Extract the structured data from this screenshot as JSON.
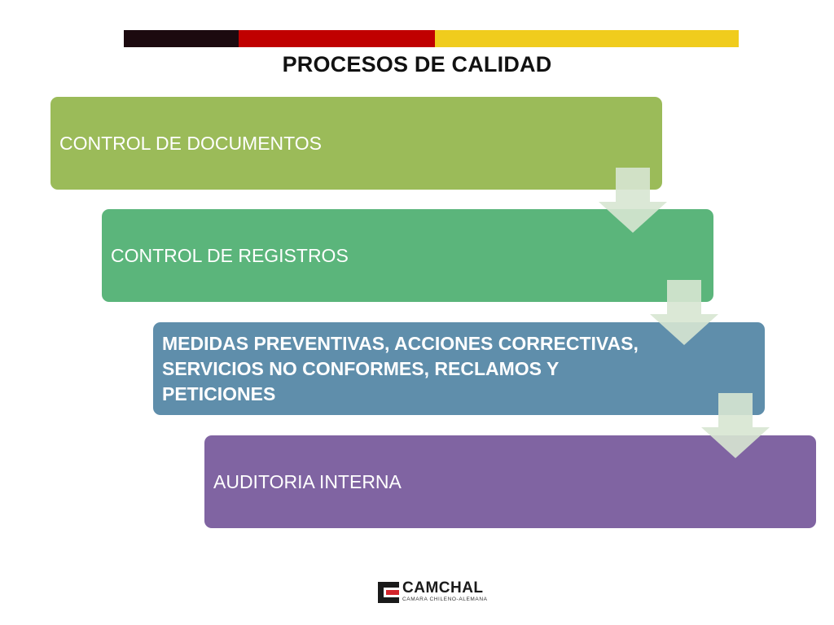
{
  "colors": {
    "flag_black": "#1c0a0f",
    "flag_red": "#c00000",
    "flag_gold": "#f0cc1d",
    "step_green": "#9bbb59",
    "step_teal": "#5bb57b",
    "step_blue": "#5f8eab",
    "step_purple": "#8064a2",
    "arrow_fill": "#d7e6d2",
    "logo_red": "#d3242b"
  },
  "title": "PROCESOS DE CALIDAD",
  "steps": [
    {
      "label": "CONTROL DE DOCUMENTOS"
    },
    {
      "label": "CONTROL DE REGISTROS"
    },
    {
      "label": "MEDIDAS PREVENTIVAS, ACCIONES CORRECTIVAS, SERVICIOS NO CONFORMES, RECLAMOS Y PETICIONES"
    },
    {
      "label": "AUDITORIA INTERNA"
    }
  ],
  "arrows": [
    {
      "icon": "down-arrow-icon"
    },
    {
      "icon": "down-arrow-icon"
    },
    {
      "icon": "down-arrow-icon"
    }
  ],
  "footer": {
    "logo_icon": "camchal-logo-icon",
    "brand": "CAMCHAL",
    "tagline": "CAMARA CHILENO-ALEMANA"
  }
}
